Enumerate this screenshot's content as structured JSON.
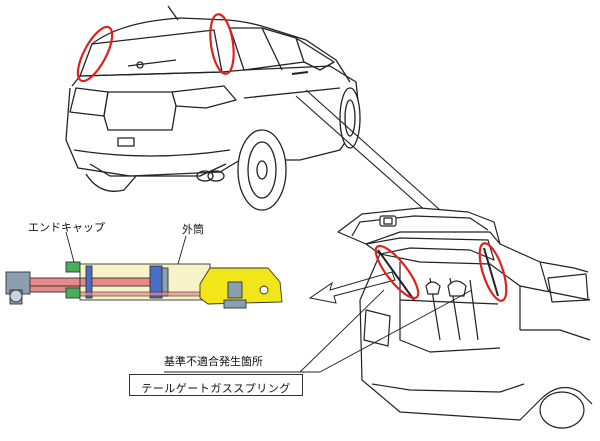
{
  "labels": {
    "end_cap": "エンドキャップ",
    "outer_tube": "外筒",
    "defect_location": "基準不適合発生箇所",
    "part_name": "テールゲートガススプリング"
  },
  "colors": {
    "highlight": "#e0201c",
    "outer_tube": "#f7f3c8",
    "rod": "#e88a8a",
    "bracket": "#f2e61a",
    "end_cap": "#49b05a",
    "piston": "#4a6fc7",
    "steel": "#8aa0b0",
    "line": "#222222"
  }
}
